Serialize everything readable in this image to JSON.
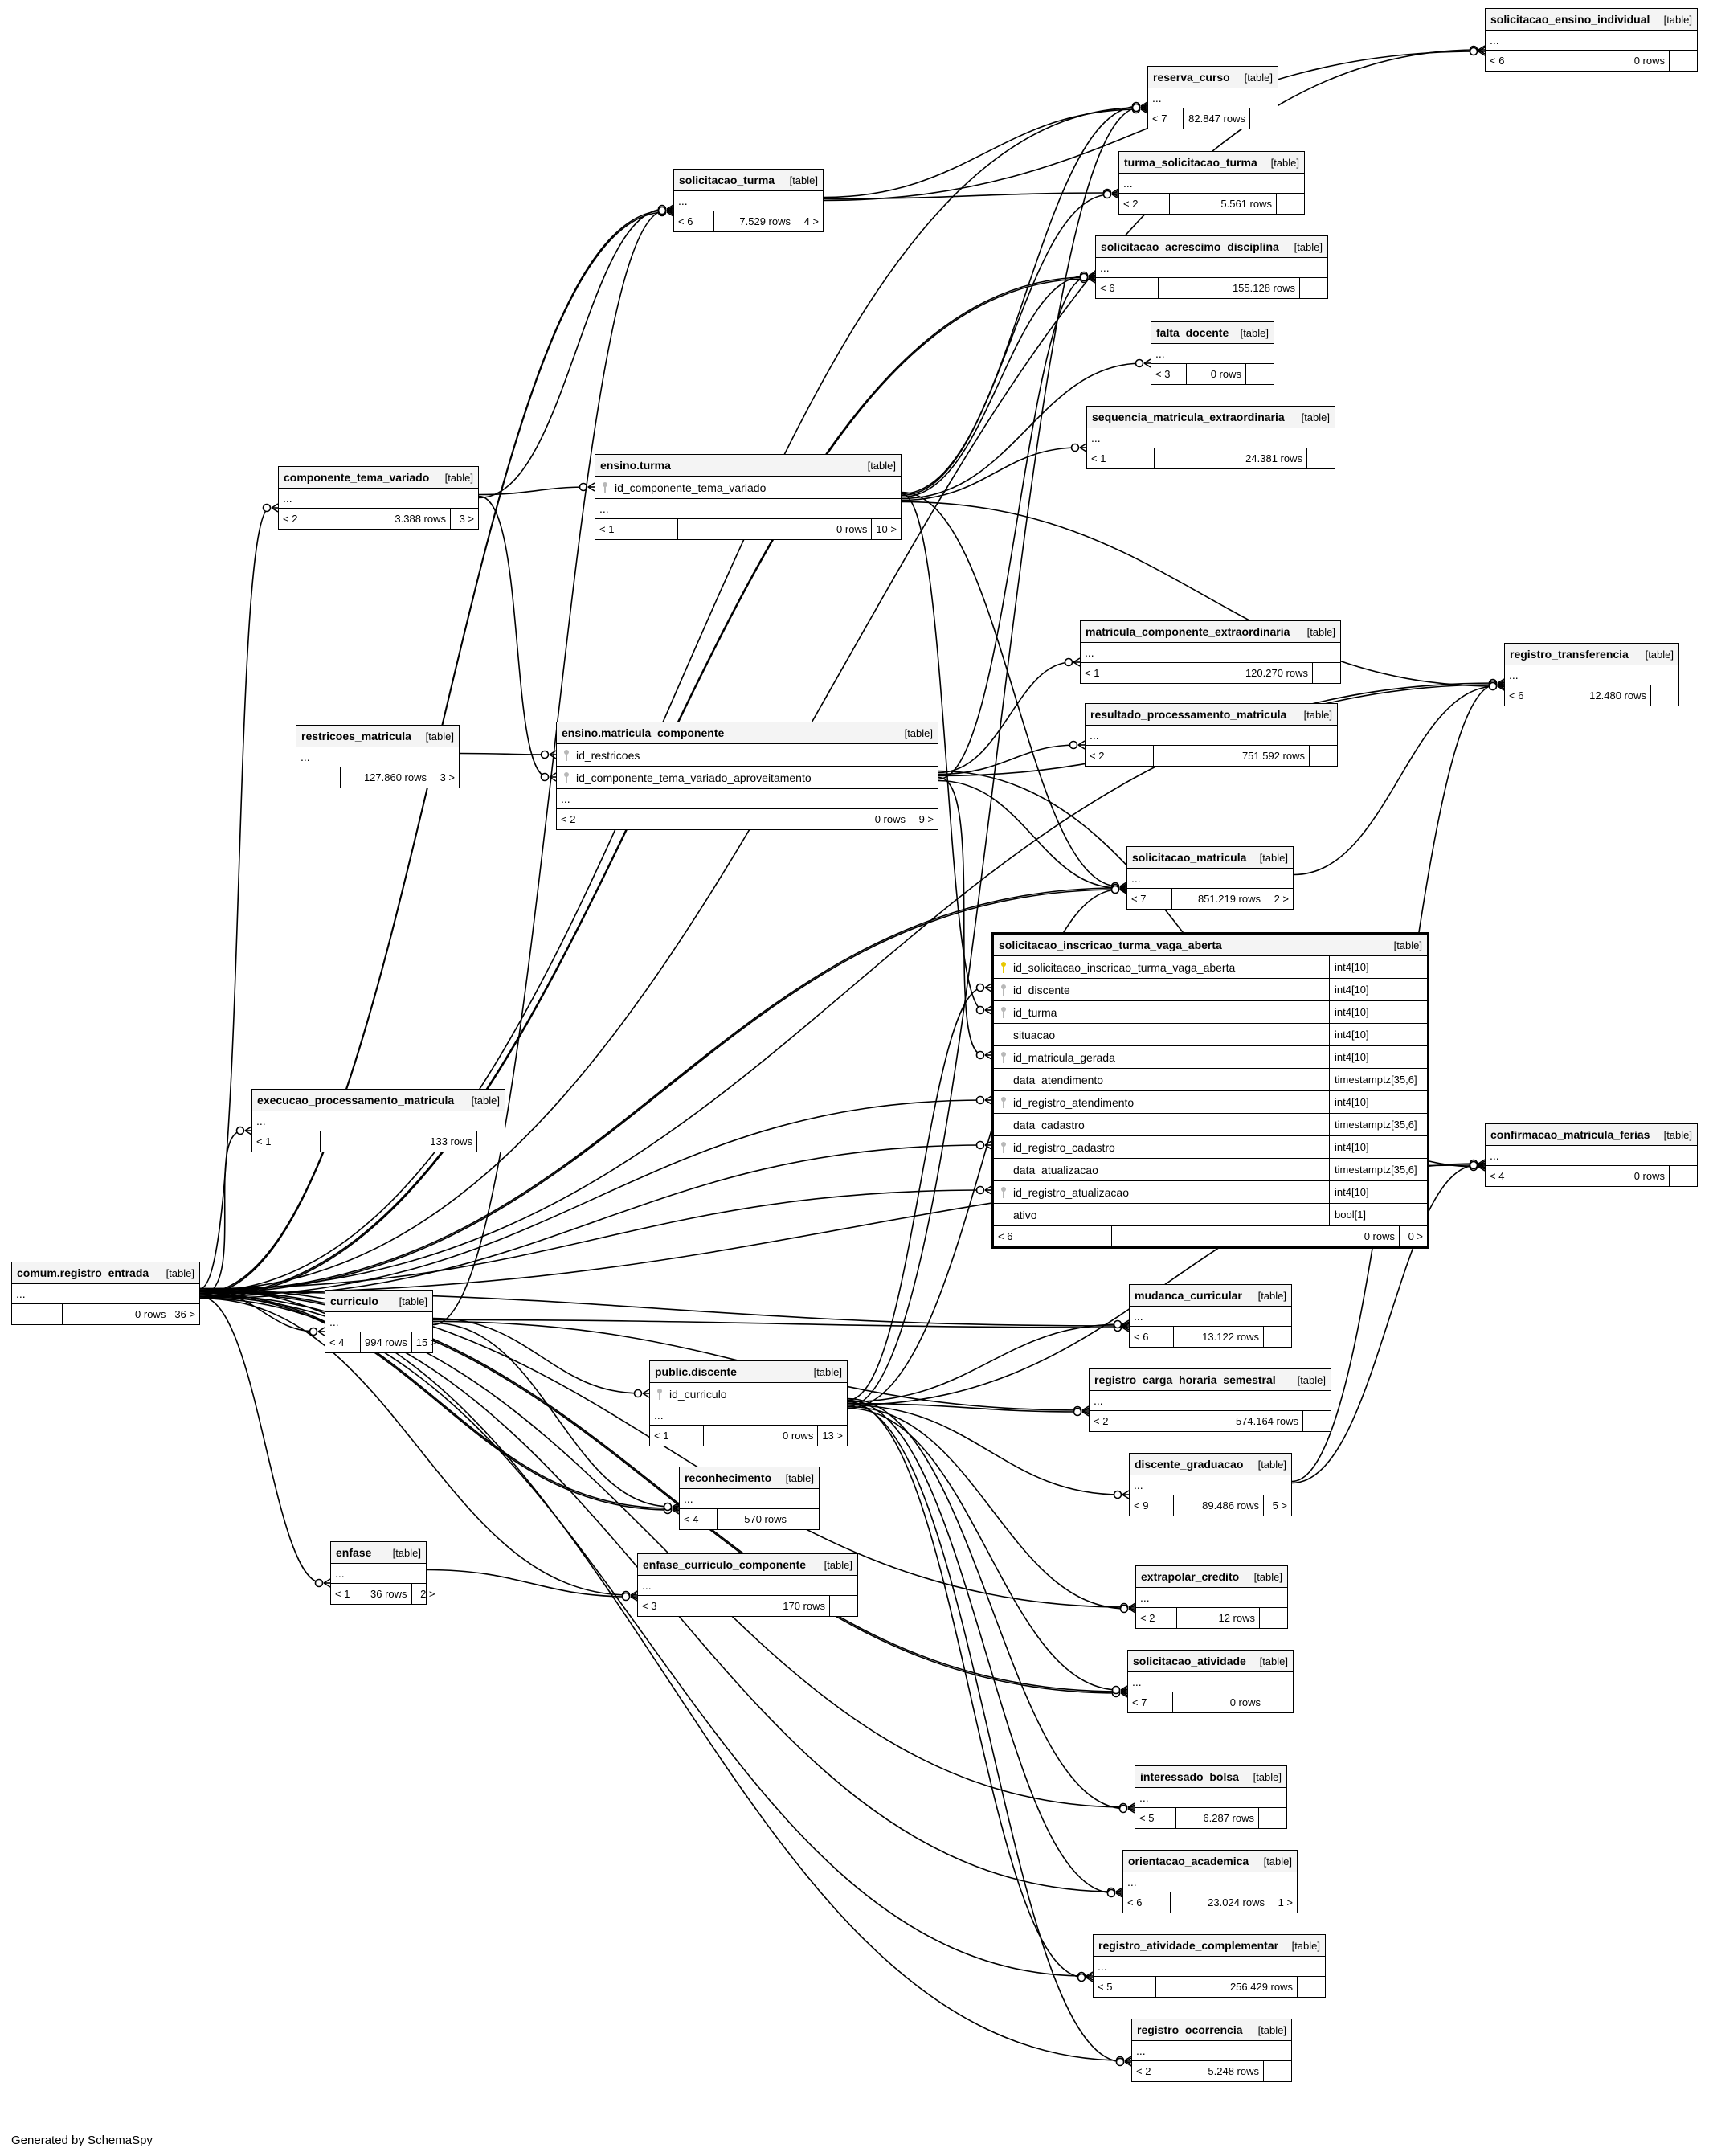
{
  "credit": "Generated by SchemaSpy",
  "tables": [
    {
      "id": "solicitacao_ensino_individual",
      "name": "solicitacao_ensino_individual",
      "tag": "[table]",
      "rows": [],
      "footer": [
        "< 6",
        "0 rows",
        ""
      ]
    },
    {
      "id": "reserva_curso",
      "name": "reserva_curso",
      "tag": "[table]",
      "rows": [],
      "footer": [
        "< 7",
        "82.847 rows",
        ""
      ]
    },
    {
      "id": "turma_solicitacao_turma",
      "name": "turma_solicitacao_turma",
      "tag": "[table]",
      "rows": [],
      "footer": [
        "< 2",
        "5.561 rows",
        ""
      ]
    },
    {
      "id": "solicitacao_turma",
      "name": "solicitacao_turma",
      "tag": "[table]",
      "rows": [],
      "footer": [
        "< 6",
        "7.529 rows",
        "4 >"
      ]
    },
    {
      "id": "solicitacao_acrescimo_disciplina",
      "name": "solicitacao_acrescimo_disciplina",
      "tag": "[table]",
      "rows": [],
      "footer": [
        "< 6",
        "155.128 rows",
        ""
      ]
    },
    {
      "id": "falta_docente",
      "name": "falta_docente",
      "tag": "[table]",
      "rows": [],
      "footer": [
        "< 3",
        "0 rows",
        ""
      ]
    },
    {
      "id": "sequencia_matricula_extraordinaria",
      "name": "sequencia_matricula_extraordinaria",
      "tag": "[table]",
      "rows": [],
      "footer": [
        "< 1",
        "24.381 rows",
        ""
      ]
    },
    {
      "id": "componente_tema_variado",
      "name": "componente_tema_variado",
      "tag": "[table]",
      "rows": [],
      "footer": [
        "< 2",
        "3.388 rows",
        "3 >"
      ]
    },
    {
      "id": "ensino_turma",
      "name": "ensino.turma",
      "tag": "[table]",
      "rows": [
        {
          "name": "id_componente_tema_variado",
          "key": "fk"
        }
      ],
      "footer": [
        "< 1",
        "0 rows",
        "10 >"
      ]
    },
    {
      "id": "matricula_componente_extraordinaria",
      "name": "matricula_componente_extraordinaria",
      "tag": "[table]",
      "rows": [],
      "footer": [
        "< 1",
        "120.270 rows",
        ""
      ]
    },
    {
      "id": "registro_transferencia",
      "name": "registro_transferencia",
      "tag": "[table]",
      "rows": [],
      "footer": [
        "< 6",
        "12.480 rows",
        ""
      ]
    },
    {
      "id": "restricoes_matricula",
      "name": "restricoes_matricula",
      "tag": "[table]",
      "rows": [],
      "footer": [
        "",
        "127.860 rows",
        "3 >"
      ]
    },
    {
      "id": "ensino_matricula_componente",
      "name": "ensino.matricula_componente",
      "tag": "[table]",
      "rows": [
        {
          "name": "id_restricoes",
          "key": "fk"
        },
        {
          "name": "id_componente_tema_variado_aproveitamento",
          "key": "fk"
        }
      ],
      "footer": [
        "< 2",
        "0 rows",
        "9 >"
      ]
    },
    {
      "id": "resultado_processamento_matricula",
      "name": "resultado_processamento_matricula",
      "tag": "[table]",
      "rows": [],
      "footer": [
        "< 2",
        "751.592 rows",
        ""
      ]
    },
    {
      "id": "solicitacao_matricula",
      "name": "solicitacao_matricula",
      "tag": "[table]",
      "rows": [],
      "footer": [
        "< 7",
        "851.219 rows",
        "2 >"
      ]
    },
    {
      "id": "solicitacao_inscricao",
      "name": "solicitacao_inscricao_turma_vaga_aberta",
      "tag": "[table]",
      "focus": true,
      "rows": [
        {
          "name": "id_solicitacao_inscricao_turma_vaga_aberta",
          "type": "int4[10]",
          "key": "pk"
        },
        {
          "name": "id_discente",
          "type": "int4[10]",
          "key": "fk"
        },
        {
          "name": "id_turma",
          "type": "int4[10]",
          "key": "fk"
        },
        {
          "name": "situacao",
          "type": "int4[10]",
          "key": "none"
        },
        {
          "name": "id_matricula_gerada",
          "type": "int4[10]",
          "key": "fk"
        },
        {
          "name": "data_atendimento",
          "type": "timestamptz[35,6]",
          "key": "none"
        },
        {
          "name": "id_registro_atendimento",
          "type": "int4[10]",
          "key": "fk"
        },
        {
          "name": "data_cadastro",
          "type": "timestamptz[35,6]",
          "key": "none"
        },
        {
          "name": "id_registro_cadastro",
          "type": "int4[10]",
          "key": "fk"
        },
        {
          "name": "data_atualizacao",
          "type": "timestamptz[35,6]",
          "key": "none"
        },
        {
          "name": "id_registro_atualizacao",
          "type": "int4[10]",
          "key": "fk"
        },
        {
          "name": "ativo",
          "type": "bool[1]",
          "key": "none"
        }
      ],
      "footer": [
        "< 6",
        "0 rows",
        "0 >"
      ]
    },
    {
      "id": "confirmacao_matricula_ferias",
      "name": "confirmacao_matricula_ferias",
      "tag": "[table]",
      "rows": [],
      "footer": [
        "< 4",
        "0 rows",
        ""
      ]
    },
    {
      "id": "execucao_processamento_matricula",
      "name": "execucao_processamento_matricula",
      "tag": "[table]",
      "rows": [],
      "footer": [
        "< 1",
        "133 rows",
        ""
      ]
    },
    {
      "id": "comum_registro_entrada",
      "name": "comum.registro_entrada",
      "tag": "[table]",
      "rows": [],
      "footer": [
        "",
        "0 rows",
        "36 >"
      ]
    },
    {
      "id": "curriculo",
      "name": "curriculo",
      "tag": "[table]",
      "rows": [],
      "footer": [
        "< 4",
        "994 rows",
        "15 >"
      ]
    },
    {
      "id": "mudanca_curricular",
      "name": "mudanca_curricular",
      "tag": "[table]",
      "rows": [],
      "footer": [
        "< 6",
        "13.122 rows",
        ""
      ]
    },
    {
      "id": "public_discente",
      "name": "public.discente",
      "tag": "[table]",
      "rows": [
        {
          "name": "id_curriculo",
          "key": "fk"
        }
      ],
      "footer": [
        "< 1",
        "0 rows",
        "13 >"
      ]
    },
    {
      "id": "registro_carga_horaria_semestral",
      "name": "registro_carga_horaria_semestral",
      "tag": "[table]",
      "rows": [],
      "footer": [
        "< 2",
        "574.164 rows",
        ""
      ]
    },
    {
      "id": "reconhecimento",
      "name": "reconhecimento",
      "tag": "[table]",
      "rows": [],
      "footer": [
        "< 4",
        "570 rows",
        ""
      ]
    },
    {
      "id": "discente_graduacao",
      "name": "discente_graduacao",
      "tag": "[table]",
      "rows": [],
      "footer": [
        "< 9",
        "89.486 rows",
        "5 >"
      ]
    },
    {
      "id": "enfase",
      "name": "enfase",
      "tag": "[table]",
      "rows": [],
      "footer": [
        "< 1",
        "36 rows",
        "2 >"
      ]
    },
    {
      "id": "enfase_curriculo_componente",
      "name": "enfase_curriculo_componente",
      "tag": "[table]",
      "rows": [],
      "footer": [
        "< 3",
        "170 rows",
        ""
      ]
    },
    {
      "id": "extrapolar_credito",
      "name": "extrapolar_credito",
      "tag": "[table]",
      "rows": [],
      "footer": [
        "< 2",
        "12 rows",
        ""
      ]
    },
    {
      "id": "solicitacao_atividade",
      "name": "solicitacao_atividade",
      "tag": "[table]",
      "rows": [],
      "footer": [
        "< 7",
        "0 rows",
        ""
      ]
    },
    {
      "id": "interessado_bolsa",
      "name": "interessado_bolsa",
      "tag": "[table]",
      "rows": [],
      "footer": [
        "< 5",
        "6.287 rows",
        ""
      ]
    },
    {
      "id": "orientacao_academica",
      "name": "orientacao_academica",
      "tag": "[table]",
      "rows": [],
      "footer": [
        "< 6",
        "23.024 rows",
        "1 >"
      ]
    },
    {
      "id": "registro_atividade_complementar",
      "name": "registro_atividade_complementar",
      "tag": "[table]",
      "rows": [],
      "footer": [
        "< 5",
        "256.429 rows",
        ""
      ]
    },
    {
      "id": "registro_ocorrencia",
      "name": "registro_ocorrencia",
      "tag": "[table]",
      "rows": [],
      "footer": [
        "< 2",
        "5.248 rows",
        ""
      ]
    }
  ],
  "relationships": [
    [
      "comum_registro_entrada",
      "solicitacao_ensino_individual"
    ],
    [
      "comum_registro_entrada",
      "reserva_curso"
    ],
    [
      "comum_registro_entrada",
      "solicitacao_turma"
    ],
    [
      "comum_registro_entrada",
      "solicitacao_turma"
    ],
    [
      "comum_registro_entrada",
      "solicitacao_acrescimo_disciplina"
    ],
    [
      "comum_registro_entrada",
      "solicitacao_acrescimo_disciplina"
    ],
    [
      "comum_registro_entrada",
      "componente_tema_variado"
    ],
    [
      "comum_registro_entrada",
      "registro_transferencia"
    ],
    [
      "comum_registro_entrada",
      "solicitacao_matricula"
    ],
    [
      "comum_registro_entrada",
      "solicitacao_matricula"
    ],
    [
      "comum_registro_entrada",
      "execucao_processamento_matricula"
    ],
    [
      "comum_registro_entrada",
      "solicitacao_inscricao:6"
    ],
    [
      "comum_registro_entrada",
      "solicitacao_inscricao:8"
    ],
    [
      "comum_registro_entrada",
      "solicitacao_inscricao:10"
    ],
    [
      "comum_registro_entrada",
      "curriculo"
    ],
    [
      "comum_registro_entrada",
      "mudanca_curricular"
    ],
    [
      "comum_registro_entrada",
      "reconhecimento"
    ],
    [
      "comum_registro_entrada",
      "reconhecimento"
    ],
    [
      "comum_registro_entrada",
      "enfase"
    ],
    [
      "comum_registro_entrada",
      "enfase_curriculo_componente"
    ],
    [
      "comum_registro_entrada",
      "extrapolar_credito"
    ],
    [
      "comum_registro_entrada",
      "solicitacao_atividade"
    ],
    [
      "comum_registro_entrada",
      "solicitacao_atividade"
    ],
    [
      "comum_registro_entrada",
      "confirmacao_matricula_ferias"
    ],
    [
      "comum_registro_entrada",
      "interessado_bolsa"
    ],
    [
      "comum_registro_entrada",
      "orientacao_academica"
    ],
    [
      "comum_registro_entrada",
      "registro_atividade_complementar"
    ],
    [
      "comum_registro_entrada",
      "registro_ocorrencia"
    ],
    [
      "solicitacao_turma",
      "reserva_curso"
    ],
    [
      "solicitacao_turma",
      "turma_solicitacao_turma"
    ],
    [
      "solicitacao_turma",
      "solicitacao_ensino_individual"
    ],
    [
      "componente_tema_variado",
      "ensino_turma:0"
    ],
    [
      "componente_tema_variado",
      "ensino_matricula_componente:1"
    ],
    [
      "componente_tema_variado",
      "solicitacao_turma"
    ],
    [
      "ensino_turma",
      "reserva_curso"
    ],
    [
      "ensino_turma",
      "turma_solicitacao_turma"
    ],
    [
      "ensino_turma",
      "solicitacao_acrescimo_disciplina"
    ],
    [
      "ensino_turma",
      "falta_docente"
    ],
    [
      "ensino_turma",
      "sequencia_matricula_extraordinaria"
    ],
    [
      "ensino_turma",
      "registro_transferencia"
    ],
    [
      "ensino_turma",
      "solicitacao_matricula"
    ],
    [
      "ensino_turma",
      "solicitacao_inscricao:2"
    ],
    [
      "restricoes_matricula",
      "ensino_matricula_componente:0"
    ],
    [
      "ensino_matricula_componente",
      "matricula_componente_extraordinaria"
    ],
    [
      "ensino_matricula_componente",
      "resultado_processamento_matricula"
    ],
    [
      "ensino_matricula_componente",
      "registro_transferencia"
    ],
    [
      "ensino_matricula_componente",
      "solicitacao_inscricao:4"
    ],
    [
      "ensino_matricula_componente",
      "solicitacao_acrescimo_disciplina"
    ],
    [
      "ensino_matricula_componente",
      "solicitacao_matricula"
    ],
    [
      "ensino_matricula_componente",
      "confirmacao_matricula_ferias"
    ],
    [
      "curriculo",
      "public_discente:0"
    ],
    [
      "curriculo",
      "mudanca_curricular"
    ],
    [
      "curriculo",
      "registro_carga_horaria_semestral"
    ],
    [
      "curriculo",
      "reconhecimento"
    ],
    [
      "curriculo",
      "solicitacao_turma"
    ],
    [
      "enfase",
      "enfase_curriculo_componente"
    ],
    [
      "public_discente",
      "solicitacao_inscricao:1"
    ],
    [
      "public_discente",
      "mudanca_curricular"
    ],
    [
      "public_discente",
      "registro_carga_horaria_semestral"
    ],
    [
      "public_discente",
      "discente_graduacao"
    ],
    [
      "public_discente",
      "extrapolar_credito"
    ],
    [
      "public_discente",
      "solicitacao_atividade"
    ],
    [
      "public_discente",
      "interessado_bolsa"
    ],
    [
      "public_discente",
      "orientacao_academica"
    ],
    [
      "public_discente",
      "registro_atividade_complementar"
    ],
    [
      "public_discente",
      "registro_ocorrencia"
    ],
    [
      "public_discente",
      "confirmacao_matricula_ferias"
    ],
    [
      "public_discente",
      "reserva_curso"
    ],
    [
      "public_discente",
      "solicitacao_matricula"
    ],
    [
      "discente_graduacao",
      "registro_transferencia"
    ],
    [
      "discente_graduacao",
      "confirmacao_matricula_ferias"
    ],
    [
      "solicitacao_matricula",
      "registro_transferencia"
    ]
  ]
}
